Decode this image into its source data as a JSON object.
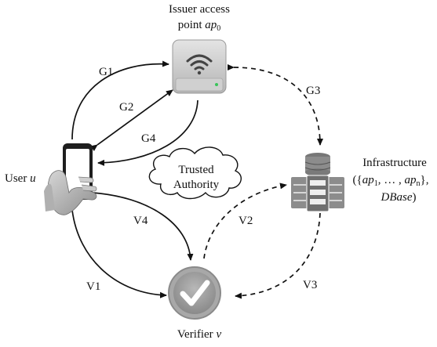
{
  "nodes": {
    "issuer": {
      "line1": "Issuer access",
      "line2_text": "point ",
      "line2_var": "ap",
      "line2_sub": "0"
    },
    "infrastructure": {
      "line1": "Infrastructure",
      "line2_pre": "({",
      "line2_var1": "ap",
      "line2_sub1": "1",
      "line2_mid": ", … , ",
      "line2_var2": "ap",
      "line2_sub2": "n",
      "line2_post": "},",
      "line3": "DBase",
      "line3_post": ")"
    },
    "user": {
      "text": "User ",
      "var": "u"
    },
    "verifier": {
      "text": "Verifier ",
      "var": "v"
    },
    "trusted_authority": {
      "line1": "Trusted",
      "line2": "Authority"
    }
  },
  "edges": {
    "g1": "G1",
    "g2": "G2",
    "g3": "G3",
    "g4": "G4",
    "v1": "V1",
    "v2": "V2",
    "v3": "V3",
    "v4": "V4"
  },
  "colors": {
    "device_gray": "#c4c4c4",
    "server_gray": "#8c8c8c",
    "check_circle": "#9a9a9a",
    "led_green": "#39c45a"
  },
  "icons": {
    "issuer": "wifi-router-icon",
    "infrastructure": "database-server-icon",
    "user": "hand-smartphone-icon",
    "verifier": "checkmark-icon",
    "trusted_authority": "cloud-icon"
  }
}
